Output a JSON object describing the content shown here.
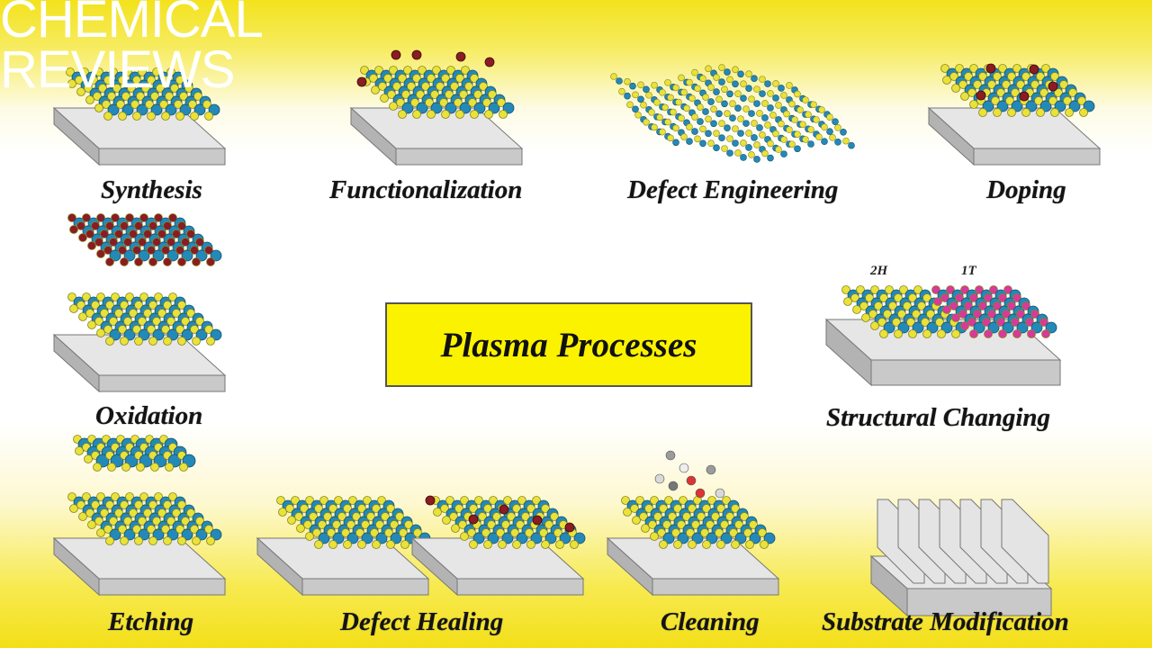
{
  "brand": {
    "line1": "CHEMICAL",
    "line2": "REVIEWS"
  },
  "center_title": "Plasma Processes",
  "labels": {
    "synthesis": "Synthesis",
    "functionalization": "Functionalization",
    "defect_engineering": "Defect Engineering",
    "doping": "Doping",
    "oxidation": "Oxidation",
    "structural_changing": "Structural Changing",
    "etching": "Etching",
    "defect_healing": "Defect Healing",
    "cleaning": "Cleaning",
    "substrate_modification": "Substrate Modification"
  },
  "phase_labels": {
    "left": "2H",
    "right": "1T"
  },
  "colors": {
    "sulfur": "#e8e23a",
    "metal": "#2389b8",
    "oxygen_adatom": "#8b1c23",
    "phase_1t": "#d8399a",
    "substrate": "#d9d9d9",
    "center_box": "#fbf200"
  }
}
